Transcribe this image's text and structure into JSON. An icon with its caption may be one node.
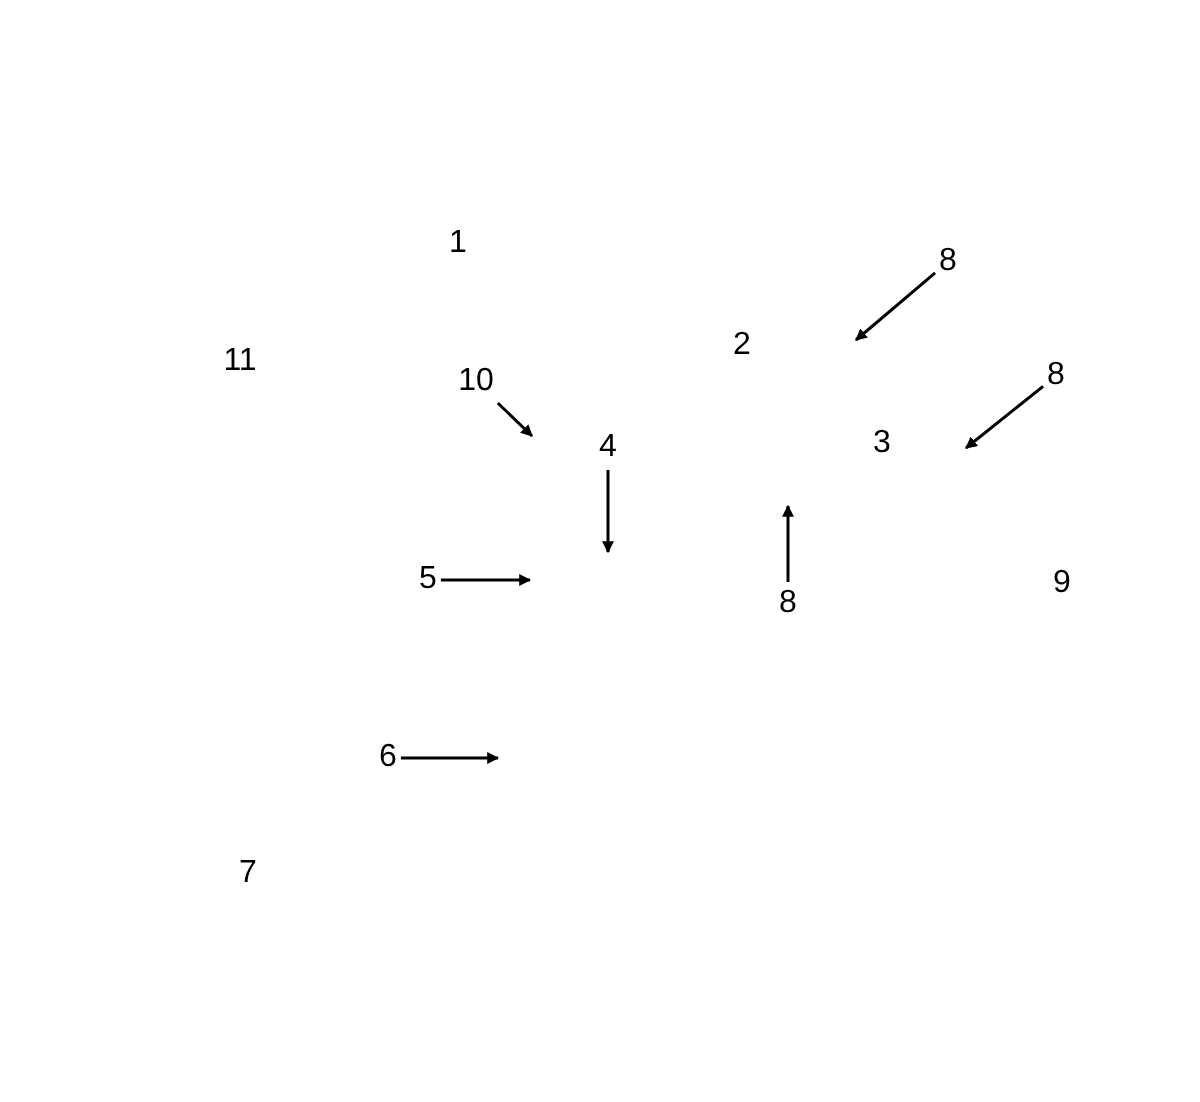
{
  "diagram": {
    "nodes": [
      {
        "text": [
          "8"
        ]
      },
      {
        "text": [
          "8"
        ]
      },
      {
        "text": [
          "10"
        ]
      },
      {
        "text": [
          "4"
        ]
      },
      {
        "text": [
          "5"
        ]
      },
      {
        "text": [
          "8"
        ]
      },
      {
        "text": [
          "6"
        ]
      }
    ],
    "edges": [
      {
        "from": 0,
        "to": null,
        "arrow": "to"
      },
      {
        "from": 1,
        "to": null,
        "arrow": "to"
      },
      {
        "from": 2,
        "to": null,
        "arrow": "to"
      },
      {
        "from": 3,
        "to": null,
        "arrow": "to"
      },
      {
        "from": 4,
        "to": null,
        "arrow": "to"
      },
      {
        "from": 5,
        "to": null,
        "arrow": "to"
      },
      {
        "from": 6,
        "to": null,
        "arrow": "to"
      }
    ],
    "labels": [
      "1",
      "2",
      "11",
      "3",
      "9",
      "7"
    ]
  }
}
